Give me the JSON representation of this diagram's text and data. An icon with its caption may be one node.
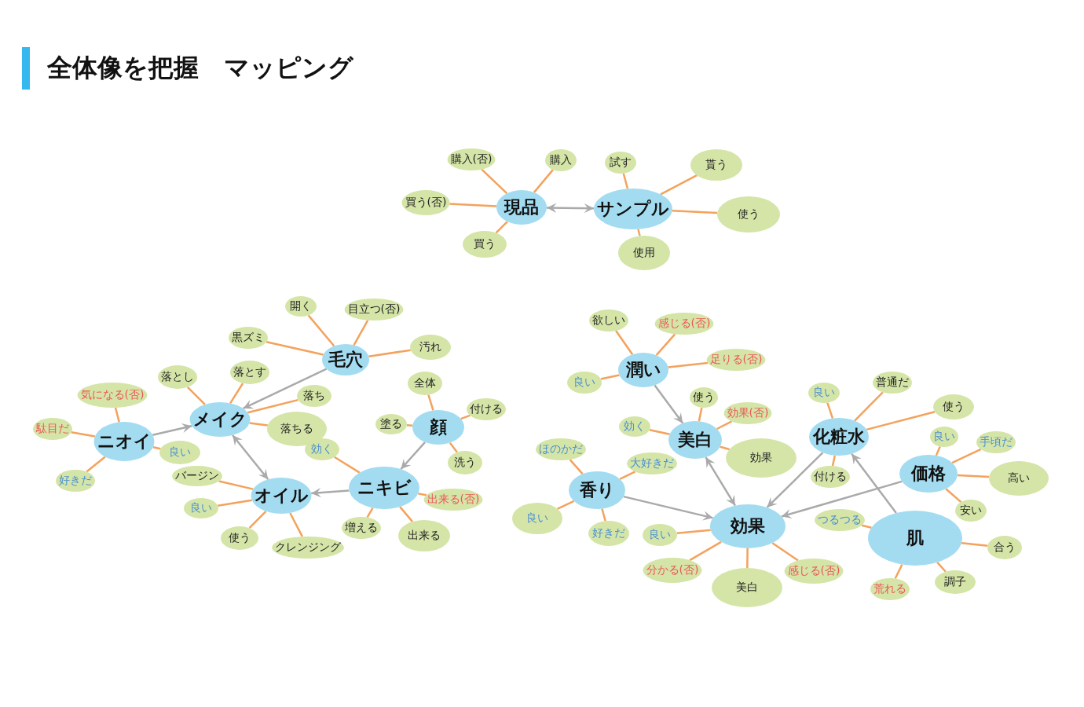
{
  "diagram": {
    "title": "全体像を把握　マッピング",
    "nodes": [
      {
        "text": [
          "現品"
        ]
      },
      {
        "text": [
          "購入(否)"
        ]
      },
      {
        "text": [
          "購入"
        ]
      },
      {
        "text": [
          "買う(否)"
        ]
      },
      {
        "text": [
          "買う"
        ]
      },
      {
        "text": [
          "サンプル"
        ]
      },
      {
        "text": [
          "試す"
        ]
      },
      {
        "text": [
          "貰う"
        ]
      },
      {
        "text": [
          "使う"
        ]
      },
      {
        "text": [
          "使用"
        ]
      },
      {
        "text": [
          "毛穴"
        ]
      },
      {
        "text": [
          "開く"
        ]
      },
      {
        "text": [
          "目立つ(否)"
        ]
      },
      {
        "text": [
          "黒ズミ"
        ]
      },
      {
        "text": [
          "汚れ"
        ]
      },
      {
        "text": [
          "メイク"
        ]
      },
      {
        "text": [
          "落とし"
        ]
      },
      {
        "text": [
          "落とす"
        ]
      },
      {
        "text": [
          "落ち"
        ]
      },
      {
        "text": [
          "落ちる"
        ]
      },
      {
        "text": [
          "ニオイ"
        ]
      },
      {
        "text": [
          "気になる(否)"
        ]
      },
      {
        "text": [
          "駄目だ"
        ]
      },
      {
        "text": [
          "好きだ"
        ]
      },
      {
        "text": [
          "良い"
        ]
      },
      {
        "text": [
          "オイル"
        ]
      },
      {
        "text": [
          "バージン"
        ]
      },
      {
        "text": [
          "良い"
        ]
      },
      {
        "text": [
          "使う"
        ]
      },
      {
        "text": [
          "クレンジング"
        ]
      },
      {
        "text": [
          "顔"
        ]
      },
      {
        "text": [
          "全体"
        ]
      },
      {
        "text": [
          "付ける"
        ]
      },
      {
        "text": [
          "塗る"
        ]
      },
      {
        "text": [
          "洗う"
        ]
      },
      {
        "text": [
          "ニキビ"
        ]
      },
      {
        "text": [
          "効く"
        ]
      },
      {
        "text": [
          "出来る(否)"
        ]
      },
      {
        "text": [
          "増える"
        ]
      },
      {
        "text": [
          "出来る"
        ]
      },
      {
        "text": [
          "潤い"
        ]
      },
      {
        "text": [
          "欲しい"
        ]
      },
      {
        "text": [
          "感じる(否)"
        ]
      },
      {
        "text": [
          "足りる(否)"
        ]
      },
      {
        "text": [
          "良い"
        ]
      },
      {
        "text": [
          "美白"
        ]
      },
      {
        "text": [
          "使う"
        ]
      },
      {
        "text": [
          "効果(否)"
        ]
      },
      {
        "text": [
          "効く"
        ]
      },
      {
        "text": [
          "効果"
        ]
      },
      {
        "text": [
          "香り"
        ]
      },
      {
        "text": [
          "ほのかだ"
        ]
      },
      {
        "text": [
          "大好きだ"
        ]
      },
      {
        "text": [
          "良い"
        ]
      },
      {
        "text": [
          "好きだ"
        ]
      },
      {
        "text": [
          "効果"
        ]
      },
      {
        "text": [
          "良い"
        ]
      },
      {
        "text": [
          "分かる(否)"
        ]
      },
      {
        "text": [
          "美白"
        ]
      },
      {
        "text": [
          "感じる(否)"
        ]
      },
      {
        "text": [
          "化粧水"
        ]
      },
      {
        "text": [
          "良い"
        ]
      },
      {
        "text": [
          "普通だ"
        ]
      },
      {
        "text": [
          "使う"
        ]
      },
      {
        "text": [
          "付ける"
        ]
      },
      {
        "text": [
          "価格"
        ]
      },
      {
        "text": [
          "良い"
        ]
      },
      {
        "text": [
          "手頃だ"
        ]
      },
      {
        "text": [
          "高い"
        ]
      },
      {
        "text": [
          "安い"
        ]
      },
      {
        "text": [
          "肌"
        ]
      },
      {
        "text": [
          "つるつる"
        ]
      },
      {
        "text": [
          "合う"
        ]
      },
      {
        "text": [
          "調子"
        ]
      },
      {
        "text": [
          "荒れる"
        ]
      }
    ],
    "edges": [
      {
        "from": 0,
        "to": 5,
        "arrow": "both",
        "color": "#aaaaaa"
      },
      {
        "from": 0,
        "to": 1,
        "arrow": "none"
      },
      {
        "from": 0,
        "to": 2,
        "arrow": "none"
      },
      {
        "from": 0,
        "to": 3,
        "arrow": "none"
      },
      {
        "from": 0,
        "to": 4,
        "arrow": "none"
      },
      {
        "from": 5,
        "to": 6,
        "arrow": "none"
      },
      {
        "from": 5,
        "to": 7,
        "arrow": "none"
      },
      {
        "from": 5,
        "to": 8,
        "arrow": "none"
      },
      {
        "from": 5,
        "to": 9,
        "arrow": "none"
      },
      {
        "from": 10,
        "to": 11,
        "arrow": "none"
      },
      {
        "from": 10,
        "to": 12,
        "arrow": "none"
      },
      {
        "from": 10,
        "to": 13,
        "arrow": "none"
      },
      {
        "from": 10,
        "to": 14,
        "arrow": "none"
      },
      {
        "from": 10,
        "to": 15,
        "arrow": "to",
        "color": "#aaaaaa"
      },
      {
        "from": 15,
        "to": 16,
        "arrow": "none"
      },
      {
        "from": 15,
        "to": 17,
        "arrow": "none"
      },
      {
        "from": 15,
        "to": 18,
        "arrow": "none"
      },
      {
        "from": 15,
        "to": 19,
        "arrow": "none"
      },
      {
        "from": 20,
        "to": 15,
        "arrow": "to",
        "color": "#aaaaaa"
      },
      {
        "from": 20,
        "to": 21,
        "arrow": "none"
      },
      {
        "from": 20,
        "to": 22,
        "arrow": "none"
      },
      {
        "from": 20,
        "to": 23,
        "arrow": "none"
      },
      {
        "from": 20,
        "to": 24,
        "arrow": "none"
      },
      {
        "from": 15,
        "to": 25,
        "arrow": "both",
        "color": "#aaaaaa"
      },
      {
        "from": 25,
        "to": 26,
        "arrow": "none"
      },
      {
        "from": 25,
        "to": 27,
        "arrow": "none"
      },
      {
        "from": 25,
        "to": 28,
        "arrow": "none"
      },
      {
        "from": 25,
        "to": 29,
        "arrow": "none"
      },
      {
        "from": 30,
        "to": 31,
        "arrow": "none"
      },
      {
        "from": 30,
        "to": 32,
        "arrow": "none"
      },
      {
        "from": 30,
        "to": 33,
        "arrow": "none"
      },
      {
        "from": 30,
        "to": 34,
        "arrow": "none"
      },
      {
        "from": 30,
        "to": 35,
        "arrow": "to",
        "color": "#aaaaaa"
      },
      {
        "from": 35,
        "to": 25,
        "arrow": "to",
        "color": "#aaaaaa"
      },
      {
        "from": 35,
        "to": 36,
        "arrow": "none"
      },
      {
        "from": 35,
        "to": 37,
        "arrow": "none"
      },
      {
        "from": 35,
        "to": 38,
        "arrow": "none"
      },
      {
        "from": 35,
        "to": 39,
        "arrow": "none"
      },
      {
        "from": 40,
        "to": 41,
        "arrow": "none"
      },
      {
        "from": 40,
        "to": 42,
        "arrow": "none"
      },
      {
        "from": 40,
        "to": 43,
        "arrow": "none"
      },
      {
        "from": 40,
        "to": 44,
        "arrow": "none"
      },
      {
        "from": 40,
        "to": 45,
        "arrow": "to",
        "color": "#aaaaaa"
      },
      {
        "from": 45,
        "to": 46,
        "arrow": "none"
      },
      {
        "from": 45,
        "to": 47,
        "arrow": "none"
      },
      {
        "from": 45,
        "to": 48,
        "arrow": "none"
      },
      {
        "from": 45,
        "to": 49,
        "arrow": "none"
      },
      {
        "from": 45,
        "to": 55,
        "arrow": "both",
        "color": "#aaaaaa"
      },
      {
        "from": 50,
        "to": 51,
        "arrow": "none"
      },
      {
        "from": 50,
        "to": 52,
        "arrow": "none"
      },
      {
        "from": 50,
        "to": 53,
        "arrow": "none"
      },
      {
        "from": 50,
        "to": 54,
        "arrow": "none"
      },
      {
        "from": 50,
        "to": 55,
        "arrow": "to",
        "color": "#aaaaaa"
      },
      {
        "from": 55,
        "to": 56,
        "arrow": "none"
      },
      {
        "from": 55,
        "to": 57,
        "arrow": "none"
      },
      {
        "from": 55,
        "to": 58,
        "arrow": "none"
      },
      {
        "from": 55,
        "to": 59,
        "arrow": "none"
      },
      {
        "from": 60,
        "to": 55,
        "arrow": "to",
        "color": "#aaaaaa"
      },
      {
        "from": 60,
        "to": 61,
        "arrow": "none"
      },
      {
        "from": 60,
        "to": 62,
        "arrow": "none"
      },
      {
        "from": 60,
        "to": 63,
        "arrow": "none"
      },
      {
        "from": 60,
        "to": 64,
        "arrow": "none"
      },
      {
        "from": 65,
        "to": 55,
        "arrow": "to",
        "color": "#aaaaaa"
      },
      {
        "from": 65,
        "to": 66,
        "arrow": "none"
      },
      {
        "from": 65,
        "to": 67,
        "arrow": "none"
      },
      {
        "from": 65,
        "to": 68,
        "arrow": "none"
      },
      {
        "from": 65,
        "to": 69,
        "arrow": "none"
      },
      {
        "from": 70,
        "to": 60,
        "arrow": "to",
        "color": "#aaaaaa"
      },
      {
        "from": 70,
        "to": 71,
        "arrow": "none"
      },
      {
        "from": 70,
        "to": 72,
        "arrow": "none"
      },
      {
        "from": 70,
        "to": 73,
        "arrow": "none"
      },
      {
        "from": 70,
        "to": 74,
        "arrow": "none"
      }
    ]
  }
}
